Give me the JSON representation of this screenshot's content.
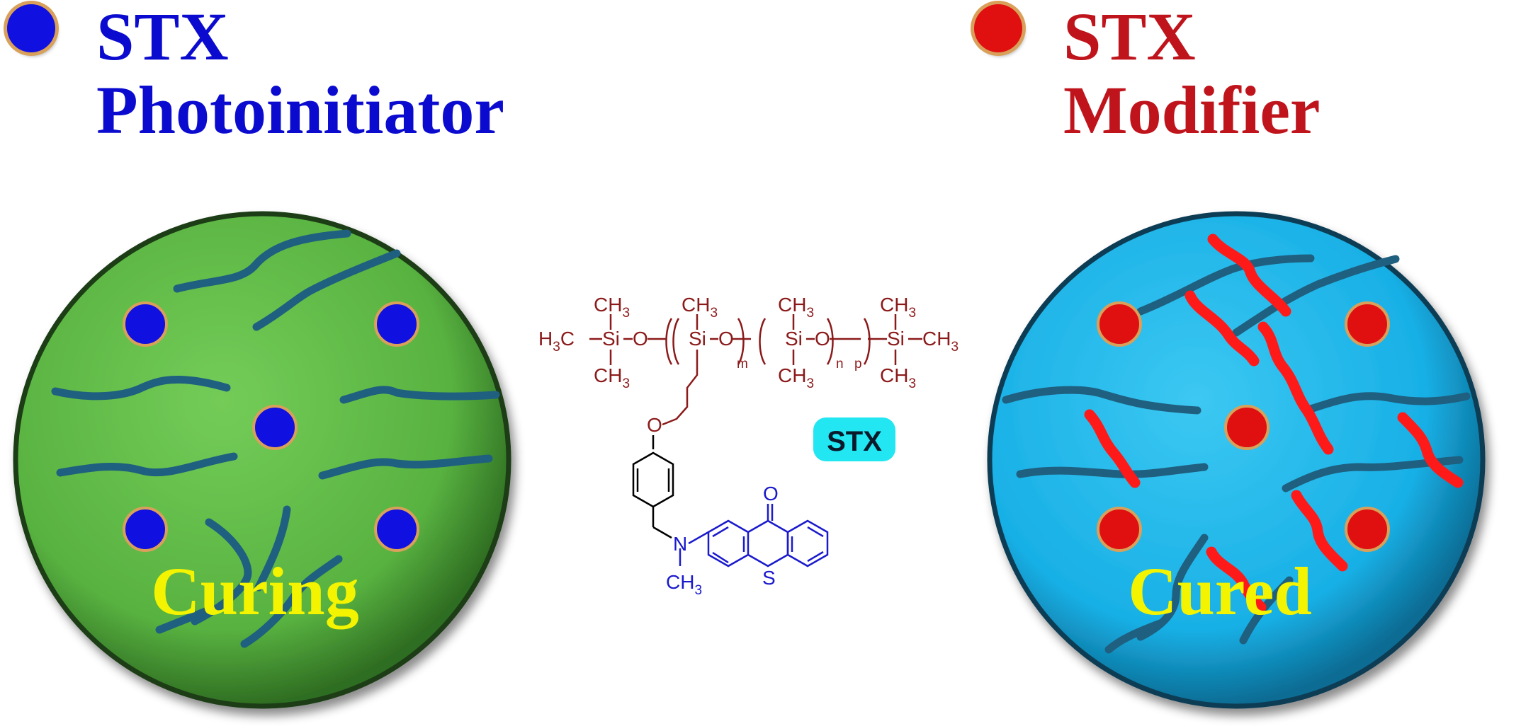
{
  "legend_left": {
    "line1": "STX",
    "line2": "Photoinitiator",
    "color": "#0b0bcf",
    "dot_color": "#1010e0"
  },
  "legend_right": {
    "line1": "STX",
    "line2": "Modifier",
    "color": "#c0141c",
    "dot_color": "#e01010"
  },
  "left_panel": {
    "label": "Curing",
    "fill_color": "#5eb845",
    "particle_color": "#1010e0"
  },
  "right_panel": {
    "label": "Cured",
    "fill_color": "#1eb8ea",
    "particle_color": "#e01010",
    "crosslink_color": "#ff1a1a"
  },
  "chain_color": "#1f5f7f",
  "structure": {
    "badge": "STX",
    "badge_color": "#22e6f2",
    "siloxane_color": "#8b1a1a",
    "thioxanthone_color": "#1a1acc",
    "methyl": "CH",
    "methyl_sub": "3",
    "h3c": "H",
    "h3c_sub": "3",
    "h3c_tail": "C",
    "si": "Si",
    "o": "O",
    "s": "S",
    "n": "N",
    "m": "m",
    "n_index": "n",
    "p": "p"
  }
}
